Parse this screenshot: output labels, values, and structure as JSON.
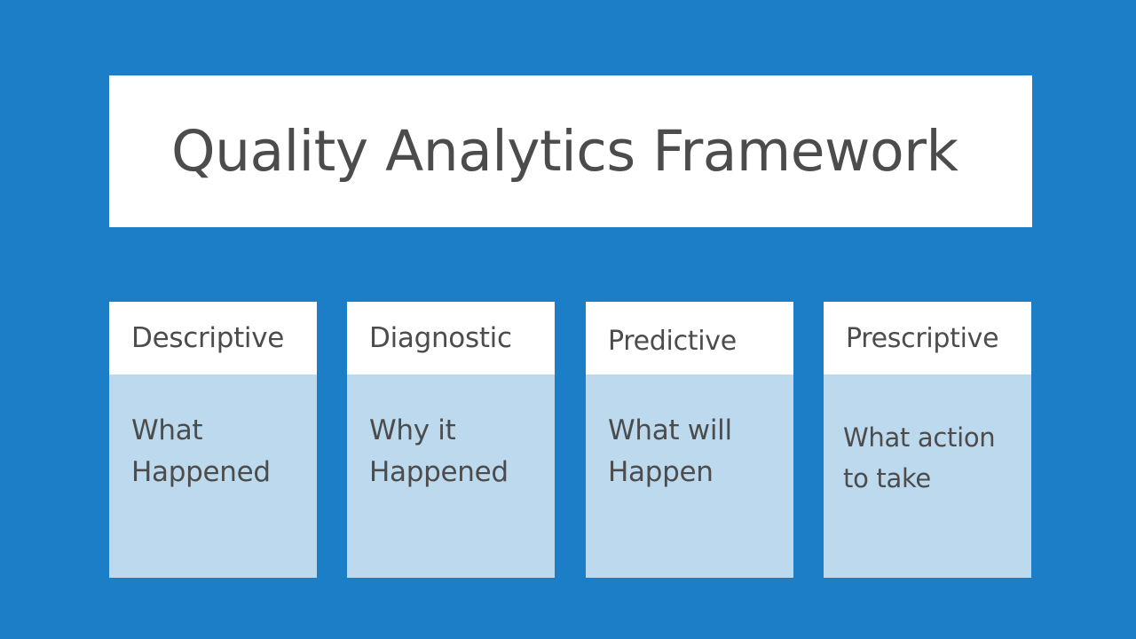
{
  "slide": {
    "background_color": "#1b7ec6",
    "text_color": "#4c4c4c",
    "card_header_bg": "#ffffff",
    "card_body_bg": "#bcd9ed"
  },
  "title": {
    "text": "Quality Analytics Framework"
  },
  "cards": [
    {
      "header": "Descriptive",
      "body": "What\nHappened"
    },
    {
      "header": "Diagnostic",
      "body": "Why it\nHappened"
    },
    {
      "header": "Predictive",
      "body": "What will\nHappen"
    },
    {
      "header": "Prescriptive",
      "body": "What action\nto take"
    }
  ]
}
